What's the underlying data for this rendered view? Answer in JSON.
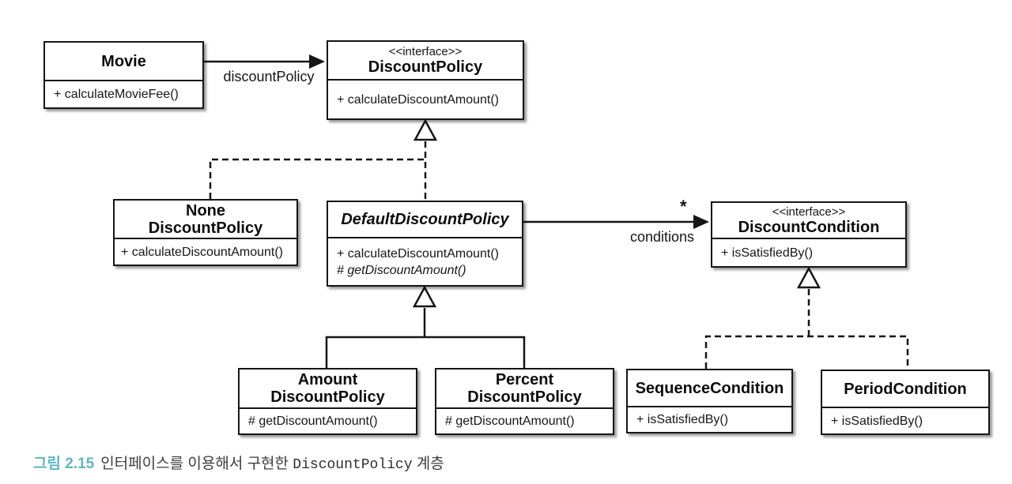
{
  "colors": {
    "line": "#161616",
    "caption_label": "#5fb7bf",
    "caption_text": "#3d3d3d",
    "box_background": "#ffffff"
  },
  "diagram": {
    "classes": [
      {
        "name_lines": [
          "Movie"
        ],
        "members": [
          "+ calculateMovieFee()"
        ]
      },
      {
        "stereotype": "<<interface>>",
        "name_lines": [
          "DiscountPolicy"
        ],
        "members": [
          "+ calculateDiscountAmount()"
        ]
      },
      {
        "name_lines": [
          "None",
          "DiscountPolicy"
        ],
        "members": [
          "+ calculateDiscountAmount()"
        ]
      },
      {
        "name_lines": [
          "DefaultDiscountPolicy"
        ],
        "members": [
          "+ calculateDiscountAmount()",
          "# getDiscountAmount()"
        ]
      },
      {
        "stereotype": "<<interface>>",
        "name_lines": [
          "DiscountCondition"
        ],
        "members": [
          "+ isSatisfiedBy()"
        ]
      },
      {
        "name_lines": [
          "Amount",
          "DiscountPolicy"
        ],
        "members": [
          "# getDiscountAmount()"
        ]
      },
      {
        "name_lines": [
          "Percent",
          "DiscountPolicy"
        ],
        "members": [
          "# getDiscountAmount()"
        ]
      },
      {
        "name_lines": [
          "SequenceCondition"
        ],
        "members": [
          "+ isSatisfiedBy()"
        ]
      },
      {
        "name_lines": [
          "PeriodCondition"
        ],
        "members": [
          "+ isSatisfiedBy()"
        ]
      }
    ],
    "edges": {
      "movie_to_policy_label": "discountPolicy",
      "default_to_condition_label": "conditions",
      "default_to_condition_multiplicity": "*"
    }
  },
  "caption": {
    "label": "그림 2.15",
    "pre": "인터페이스를 이용해서 구현한 ",
    "code": "DiscountPolicy",
    "post": " 계층"
  }
}
